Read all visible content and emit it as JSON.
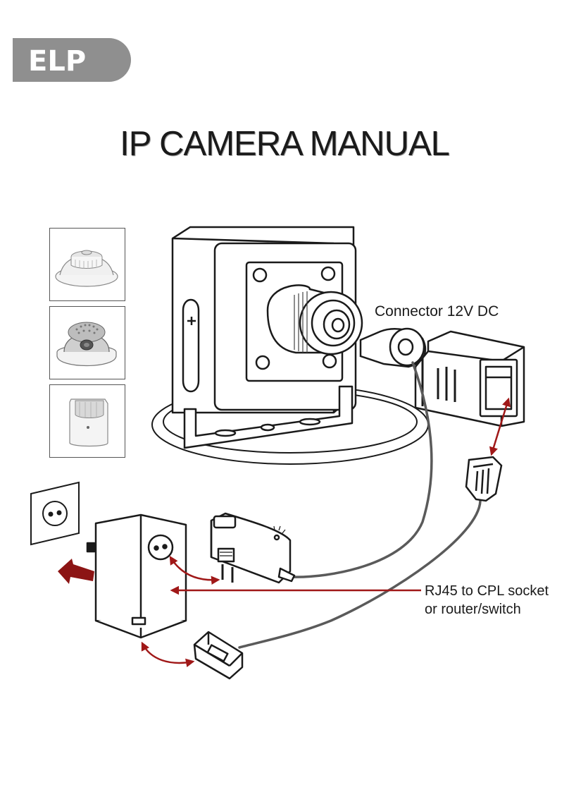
{
  "brand": {
    "logo_text": "ELP",
    "logo_color": "#8f8f8f"
  },
  "title": "IP CAMERA MANUAL",
  "thumbnails": [
    {
      "icon": "smoke-detector-camera-icon"
    },
    {
      "icon": "dome-camera-icon"
    },
    {
      "icon": "pir-sensor-camera-icon"
    }
  ],
  "labels": {
    "connector": "Connector 12V DC",
    "rj45_line1": "RJ45 to CPL socket",
    "rj45_line2": "or router/switch"
  },
  "colors": {
    "line": "#1a1a1a",
    "cable": "#5a5a5a",
    "arrow": "#a01818",
    "arrow_dark": "#8c1414"
  }
}
